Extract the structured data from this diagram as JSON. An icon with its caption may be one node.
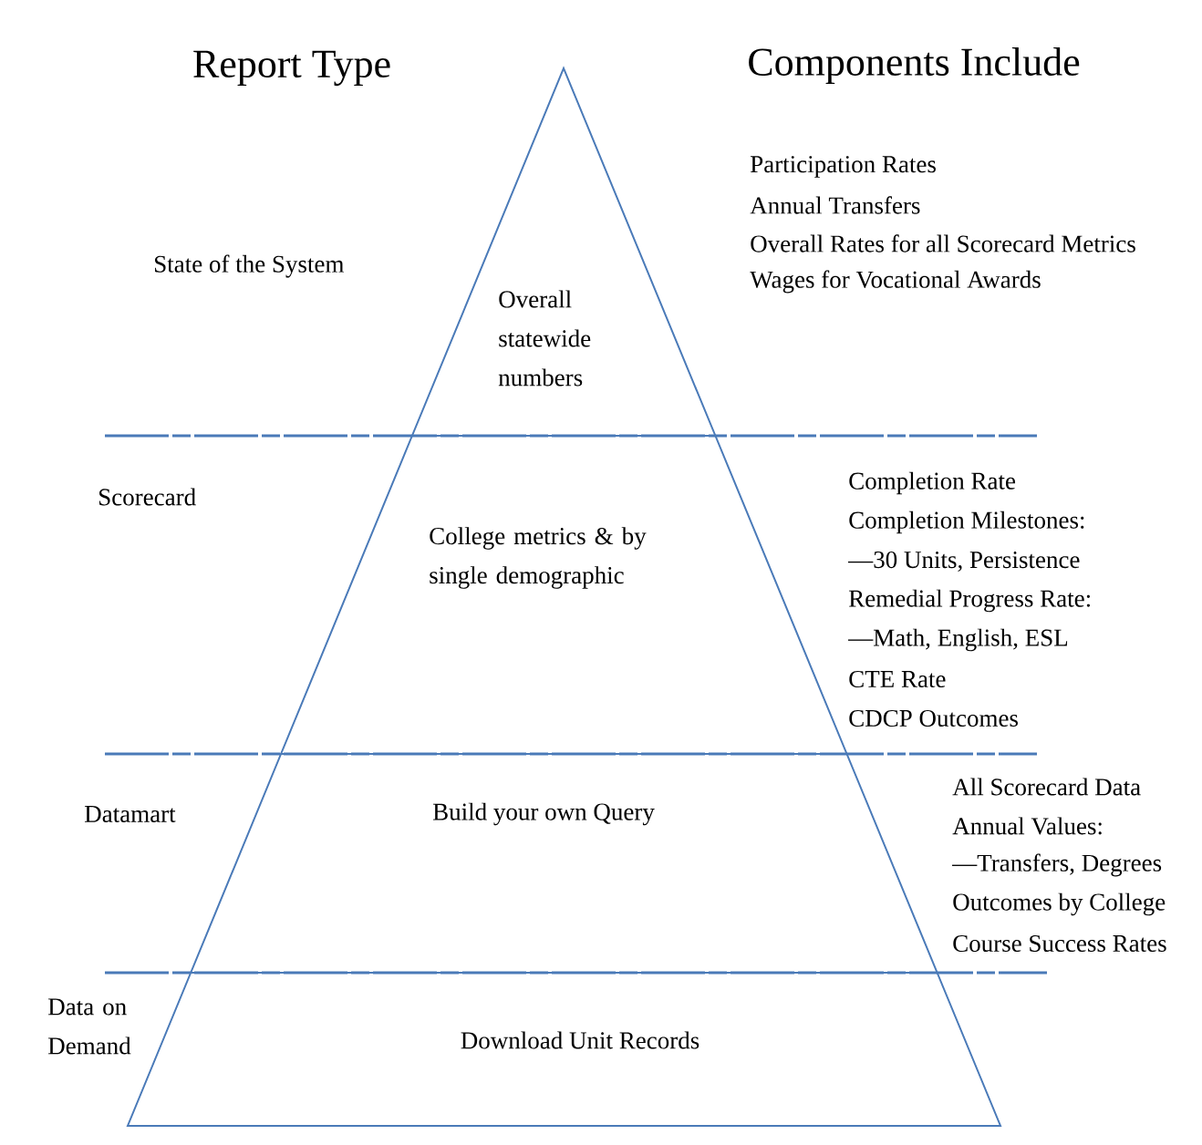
{
  "diagram": {
    "nodes": [
      {
        "text": [
          "Overall statewide numbers"
        ]
      },
      {
        "text": [
          "College metrics & by single demographic"
        ]
      },
      {
        "text": [
          "Build your own Query"
        ]
      },
      {
        "text": [
          "Download Unit Records"
        ]
      }
    ],
    "labels": [
      "Report Type",
      "Components Include",
      "State of the System",
      "Participation Rates",
      "Annual Transfers",
      "Overall Rates for all Scorecard Metrics",
      "Wages for Vocational Awards",
      "Scorecard",
      "Completion Rate",
      "Completion Milestones:",
      "—30 Units, Persistence",
      "Remedial Progress Rate:",
      "—Math, English, ESL",
      "CTE Rate",
      "CDCP Outcomes",
      "Datamart",
      "All Scorecard Data",
      "Annual Values:",
      "—Transfers, Degrees",
      "Outcomes by College",
      "Course Success Rates",
      "Data on Demand"
    ]
  }
}
